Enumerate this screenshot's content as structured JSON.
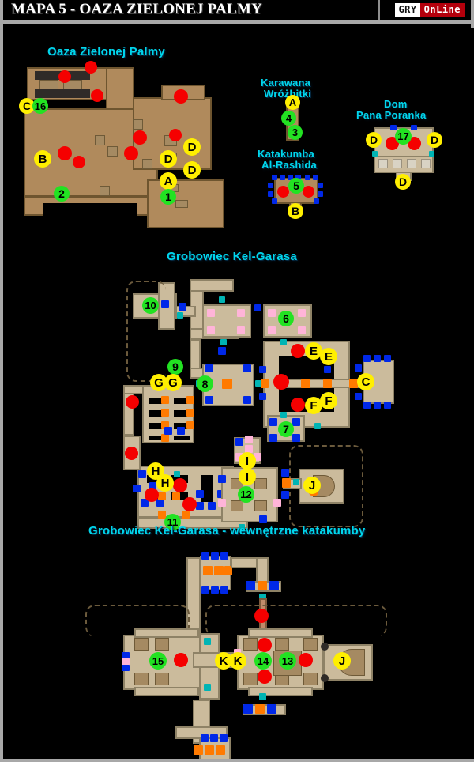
{
  "header": {
    "title": "MAPA 5 - OAZA ZIELONEJ PALMY",
    "logo_left": "GRY",
    "logo_right": "OnLine"
  },
  "colors": {
    "title_text": "#00d6ec",
    "header_text": "#ffffff",
    "frame": "#a8a8a8",
    "background": "#000000",
    "marker_red": "#f50000",
    "marker_blue": "#0028e8",
    "marker_orange": "#ff7a00",
    "marker_pink": "#ffb4d8",
    "marker_teal": "#00b4b4",
    "pin_letter": "#ffef00",
    "pin_number": "#22e222",
    "floor_sand": "#b79a6f",
    "floor_pale": "#cbbb9c"
  },
  "sections": [
    {
      "id": "oaza",
      "title": "Oaza Zielonej Palmy"
    },
    {
      "id": "karawana",
      "title": "Karawana",
      "title2": "Wróżbitki"
    },
    {
      "id": "katakumba",
      "title": "Katakumba",
      "title2": "Al-Rashida"
    },
    {
      "id": "dom",
      "title": "Dom",
      "title2": "Pana Poranka"
    },
    {
      "id": "grobowiec",
      "title": "Grobowiec Kel-Garasa"
    },
    {
      "id": "wewnetrzne",
      "title": "Grobowiec Kel-Garasa - wewnętrzne katakumby"
    }
  ],
  "pins": {
    "oaza": [
      {
        "label": "C",
        "kind": "letter"
      },
      {
        "label": "16",
        "kind": "number"
      },
      {
        "label": "B",
        "kind": "letter"
      },
      {
        "label": "2",
        "kind": "number"
      },
      {
        "label": "D",
        "kind": "letter"
      },
      {
        "label": "D",
        "kind": "letter"
      },
      {
        "label": "D",
        "kind": "letter"
      },
      {
        "label": "A",
        "kind": "letter"
      },
      {
        "label": "1",
        "kind": "number"
      }
    ],
    "karawana": [
      {
        "label": "A",
        "kind": "letter"
      },
      {
        "label": "4",
        "kind": "number"
      },
      {
        "label": "3",
        "kind": "number"
      }
    ],
    "katakumba": [
      {
        "label": "5",
        "kind": "number"
      },
      {
        "label": "B",
        "kind": "letter"
      }
    ],
    "dom": [
      {
        "label": "D",
        "kind": "letter"
      },
      {
        "label": "17",
        "kind": "number"
      },
      {
        "label": "D",
        "kind": "letter"
      },
      {
        "label": "D",
        "kind": "letter"
      }
    ],
    "grobowiec": [
      {
        "label": "10",
        "kind": "number"
      },
      {
        "label": "6",
        "kind": "number"
      },
      {
        "label": "9",
        "kind": "number"
      },
      {
        "label": "G",
        "kind": "letter"
      },
      {
        "label": "G",
        "kind": "letter"
      },
      {
        "label": "8",
        "kind": "number"
      },
      {
        "label": "E",
        "kind": "letter"
      },
      {
        "label": "E",
        "kind": "letter"
      },
      {
        "label": "C",
        "kind": "letter"
      },
      {
        "label": "F",
        "kind": "letter"
      },
      {
        "label": "F",
        "kind": "letter"
      },
      {
        "label": "7",
        "kind": "number"
      },
      {
        "label": "H",
        "kind": "letter"
      },
      {
        "label": "H",
        "kind": "letter"
      },
      {
        "label": "I",
        "kind": "letter"
      },
      {
        "label": "I",
        "kind": "letter"
      },
      {
        "label": "12",
        "kind": "number"
      },
      {
        "label": "J",
        "kind": "letter"
      },
      {
        "label": "11",
        "kind": "number"
      }
    ],
    "wewnetrzne": [
      {
        "label": "15",
        "kind": "number"
      },
      {
        "label": "K",
        "kind": "letter"
      },
      {
        "label": "K",
        "kind": "letter"
      },
      {
        "label": "14",
        "kind": "number"
      },
      {
        "label": "13",
        "kind": "number"
      },
      {
        "label": "J",
        "kind": "letter"
      }
    ]
  }
}
